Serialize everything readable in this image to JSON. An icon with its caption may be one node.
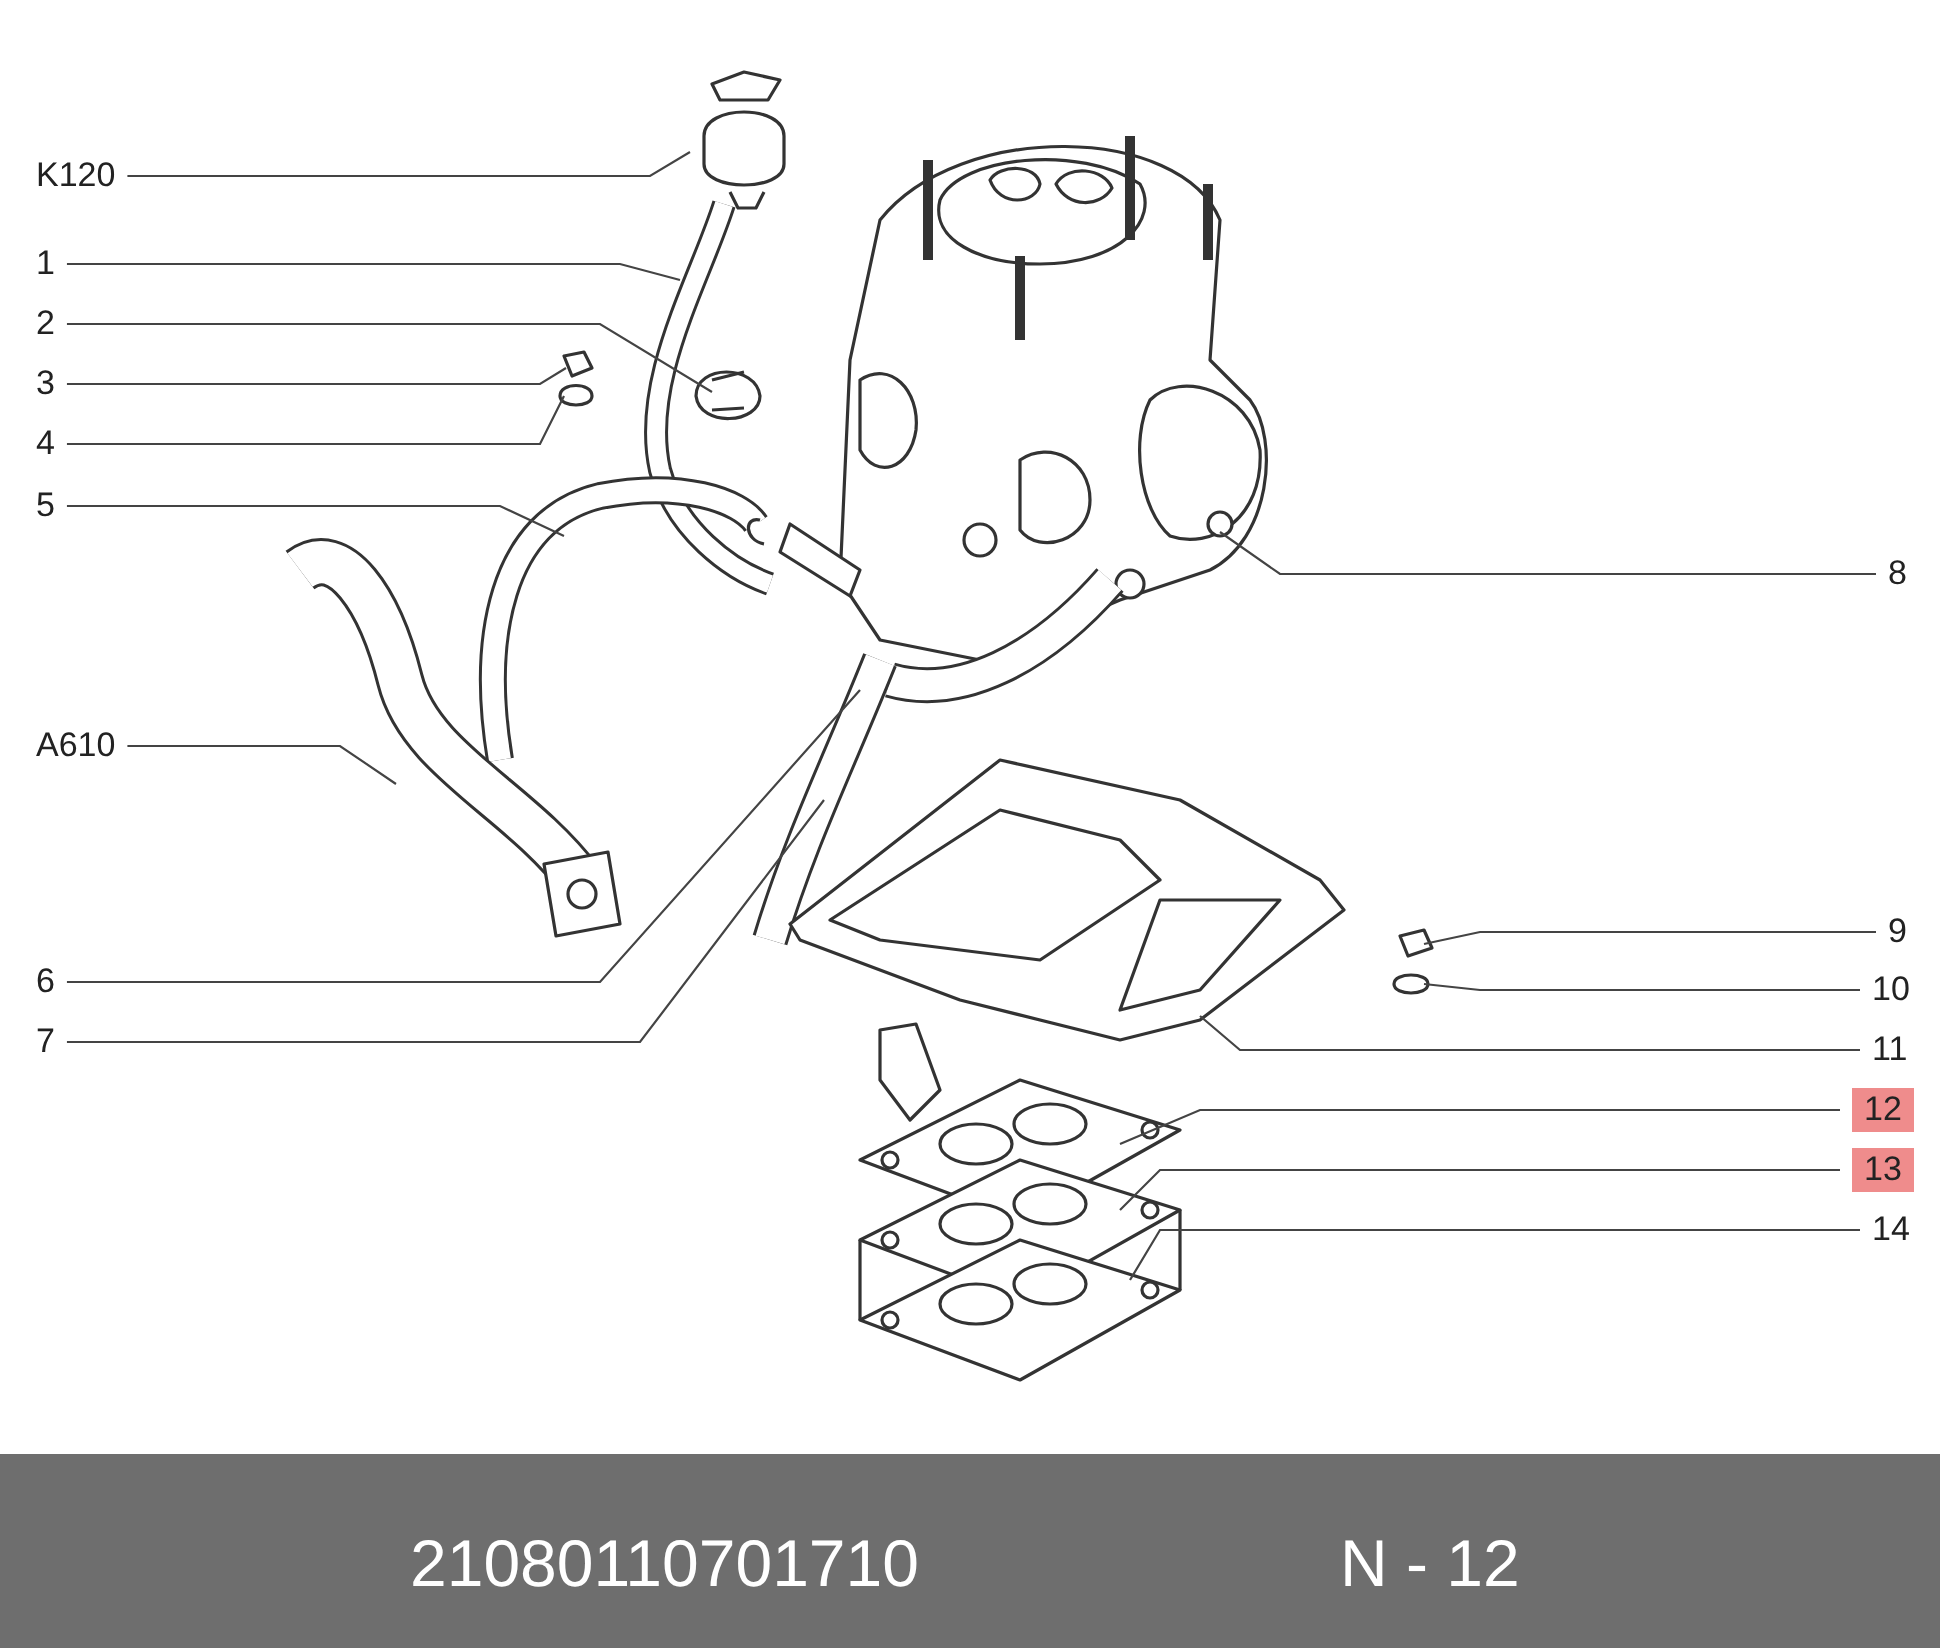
{
  "diagram": {
    "nodes": [
      {
        "text": [
          "K120"
        ]
      },
      {
        "text": [
          "1"
        ]
      },
      {
        "text": [
          "2"
        ]
      },
      {
        "text": [
          "3"
        ]
      },
      {
        "text": [
          "4"
        ]
      },
      {
        "text": [
          "5"
        ]
      },
      {
        "text": [
          "A610"
        ]
      },
      {
        "text": [
          "6"
        ]
      },
      {
        "text": [
          "7"
        ]
      },
      {
        "text": [
          "8"
        ]
      },
      {
        "text": [
          "9"
        ]
      },
      {
        "text": [
          "10"
        ]
      },
      {
        "text": [
          "11"
        ]
      },
      {
        "text": [
          "12"
        ]
      },
      {
        "text": [
          "13"
        ]
      },
      {
        "text": [
          "14"
        ]
      }
    ],
    "edges": [
      {
        "from": 0,
        "to": null,
        "arrow": "none"
      },
      {
        "from": 1,
        "to": null,
        "arrow": "none"
      },
      {
        "from": 2,
        "to": null,
        "arrow": "none"
      },
      {
        "from": 3,
        "to": null,
        "arrow": "none"
      },
      {
        "from": 4,
        "to": null,
        "arrow": "none"
      },
      {
        "from": 5,
        "to": null,
        "arrow": "none"
      },
      {
        "from": 6,
        "to": null,
        "arrow": "none"
      },
      {
        "from": 7,
        "to": null,
        "arrow": "none"
      },
      {
        "from": 8,
        "to": null,
        "arrow": "none"
      },
      {
        "from": 9,
        "to": null,
        "arrow": "none"
      },
      {
        "from": 10,
        "to": null,
        "arrow": "none"
      },
      {
        "from": 11,
        "to": null,
        "arrow": "none"
      },
      {
        "from": 12,
        "to": null,
        "arrow": "none"
      },
      {
        "from": 13,
        "to": null,
        "arrow": "none"
      },
      {
        "from": 14,
        "to": null,
        "arrow": "none"
      },
      {
        "from": 15,
        "to": null,
        "arrow": "none"
      }
    ],
    "labels": [
      "21080110701710",
      "N - 12"
    ]
  }
}
